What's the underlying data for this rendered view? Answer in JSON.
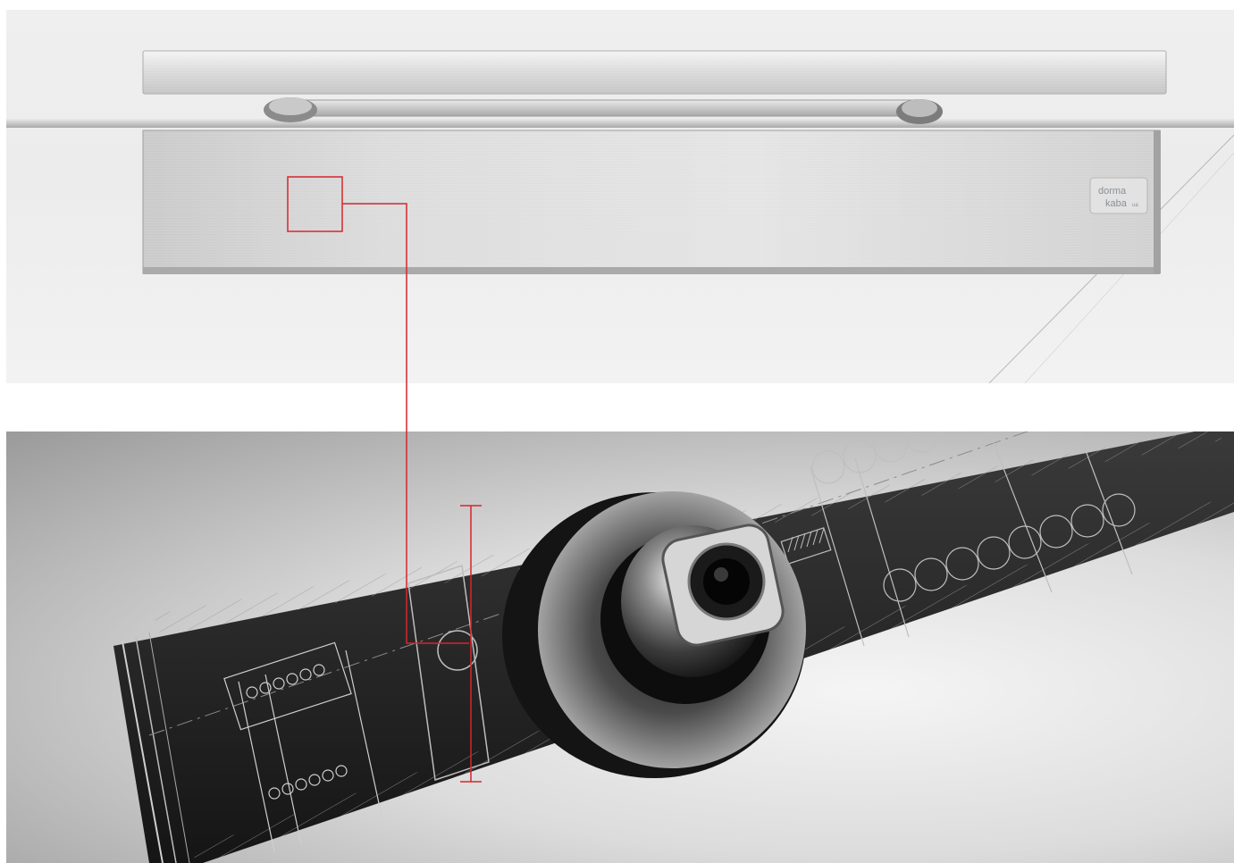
{
  "product_photo": {
    "logo_line1": "dorma",
    "logo_line2": "kaba",
    "logo_mark": "ua"
  },
  "colors": {
    "accent_red": "#d6262e",
    "steel_light": "#e6e6e6",
    "steel_dark": "#b8b8b8",
    "drawing_bg": "#2a2a2a"
  },
  "icons": [
    "zoom-highlight-frame",
    "connector-line",
    "dimension-marker"
  ]
}
